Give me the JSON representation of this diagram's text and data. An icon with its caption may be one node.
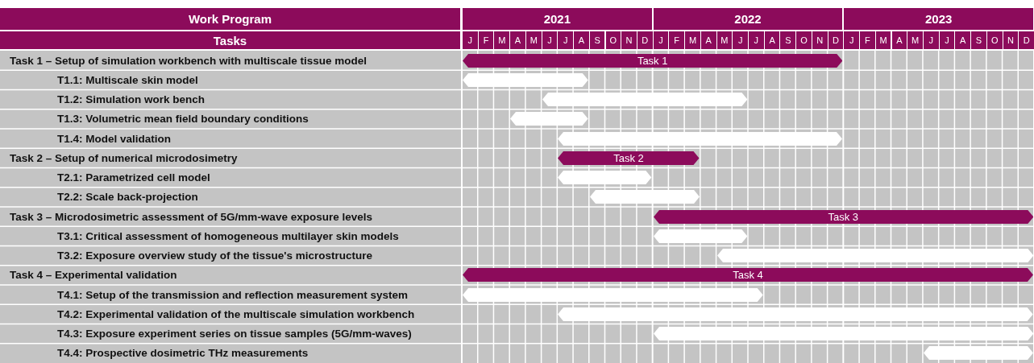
{
  "diagram": {
    "nodes": [
      {
        "text": [
          "Task 1"
        ]
      },
      {
        "text": [],
        "shape": "bar"
      },
      {
        "text": [],
        "shape": "bar"
      },
      {
        "text": [],
        "shape": "bar"
      },
      {
        "text": [],
        "shape": "bar"
      },
      {
        "text": [
          "Task 2"
        ]
      },
      {
        "text": [],
        "shape": "bar"
      },
      {
        "text": [],
        "shape": "bar"
      },
      {
        "text": [
          "Task 3"
        ]
      },
      {
        "text": [],
        "shape": "bar"
      },
      {
        "text": [],
        "shape": "bar"
      },
      {
        "text": [
          "Task 4"
        ]
      },
      {
        "text": [],
        "shape": "bar"
      },
      {
        "text": [],
        "shape": "bar"
      },
      {
        "text": [],
        "shape": "bar"
      },
      {
        "text": [],
        "shape": "bar"
      }
    ],
    "edges": [],
    "labels": [
      "Work Program",
      "2021",
      "2022",
      "2023",
      "Tasks",
      "J",
      "F",
      "M",
      "A",
      "M",
      "J",
      "J",
      "A",
      "S",
      "O",
      "N",
      "D",
      "J",
      "F",
      "M",
      "A",
      "M",
      "J",
      "J",
      "A",
      "S",
      "O",
      "N",
      "D",
      "J",
      "F",
      "M",
      "A",
      "M",
      "J",
      "J",
      "A",
      "S",
      "O",
      "N",
      "D",
      "Task 1 – Setup of simulation workbench with multiscale tissue model",
      "T1.1: Multiscale skin model",
      "T1.2: Simulation work bench",
      "T1.3: Volumetric mean field boundary conditions",
      "T1.4: Model validation",
      "Task 2 – Setup of numerical microdosimetry",
      "T2.1: Parametrized cell model",
      "T2.2: Scale back-projection",
      "Task 3 – Microdosimetric assessment of 5G/mm-wave exposure levels",
      "T3.1: Critical assessment of homogeneous multilayer skin models",
      "T3.2: Exposure overview study of the tissue's microstructure",
      "Task 4 – Experimental validation",
      "T4.1: Setup of the transmission and reflection measurement system",
      "T4.2: Experimental validation of the multiscale simulation workbench",
      "T4.3: Exposure experiment series on tissue samples (5G/mm-waves)",
      "T4.4: Prospective dosimetric THz measurements"
    ]
  }
}
